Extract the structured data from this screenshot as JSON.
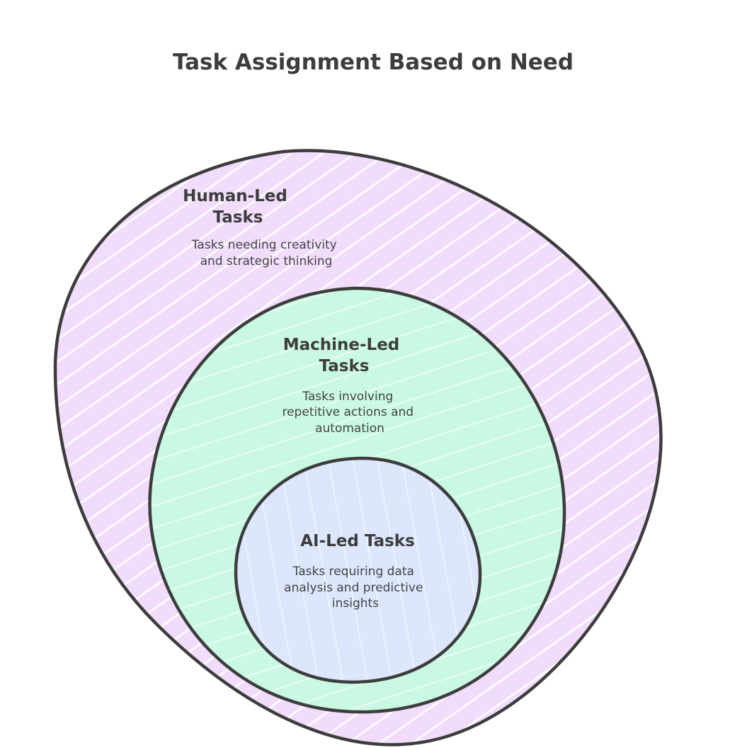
{
  "diagram": {
    "title": "Task Assignment Based on Need",
    "sets": [
      {
        "id": "human",
        "heading_lines": [
          "Human-Led",
          "Tasks"
        ],
        "description_lines": [
          "Tasks needing creativity",
          "and strategic thinking"
        ],
        "fill_color": "#f1dcfb"
      },
      {
        "id": "machine",
        "heading_lines": [
          "Machine-Led",
          "Tasks"
        ],
        "description_lines": [
          "Tasks involving",
          "repetitive actions and",
          "automation"
        ],
        "fill_color": "#c9f9e3"
      },
      {
        "id": "ai",
        "heading_lines": [
          "AI-Led Tasks"
        ],
        "description_lines": [
          "Tasks requiring data",
          "analysis and predictive",
          "insights"
        ],
        "fill_color": "#dce6fc"
      }
    ],
    "outline_color": "#3d3d3d"
  }
}
